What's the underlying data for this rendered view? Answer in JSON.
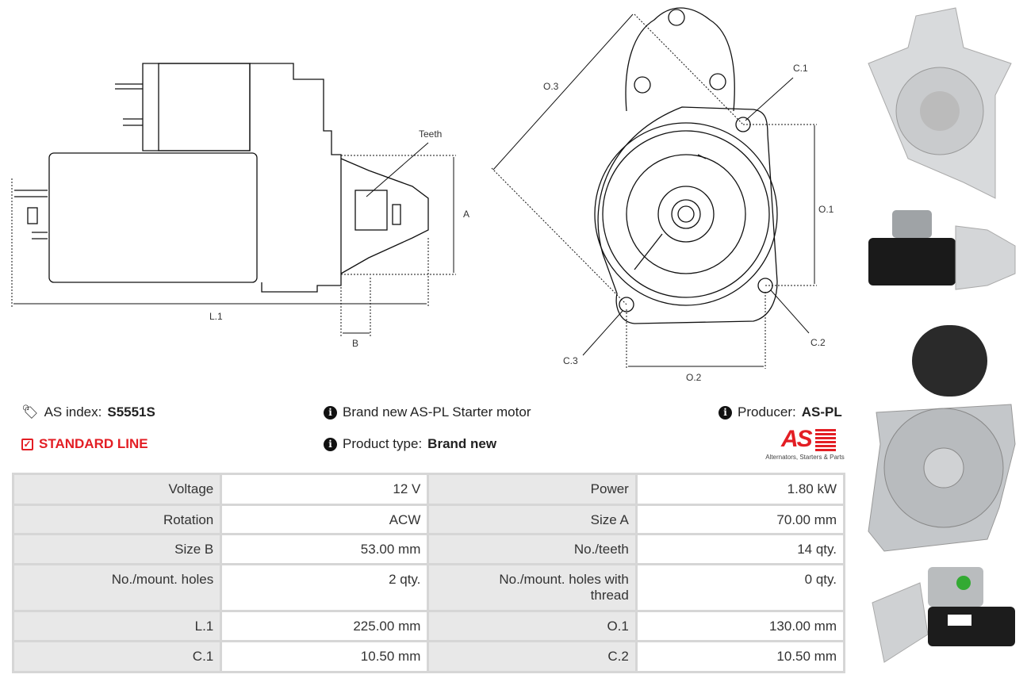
{
  "drawing": {
    "labels": {
      "teeth": "Teeth",
      "a": "A",
      "b": "B",
      "l1": "L.1",
      "o1": "O.1",
      "o2": "O.2",
      "o3": "O.3",
      "c1": "C.1",
      "c2": "C.2",
      "c3": "C.3"
    }
  },
  "info": {
    "as_index_label": "AS index:",
    "as_index_value": "S5551S",
    "line": "STANDARD LINE",
    "description": "Brand new AS-PL Starter motor",
    "product_type_label": "Product type:",
    "product_type_value": "Brand new",
    "producer_label": "Producer:",
    "producer_value": "AS-PL",
    "logo_text": "AS",
    "logo_tagline": "Alternators, Starters & Parts"
  },
  "colors": {
    "accent": "#e31e24"
  },
  "specs": [
    [
      "Voltage",
      "12 V",
      "Power",
      "1.80 kW"
    ],
    [
      "Rotation",
      "ACW",
      "Size A",
      "70.00 mm"
    ],
    [
      "Size B",
      "53.00 mm",
      "No./teeth",
      "14 qty."
    ],
    [
      "No./mount. holes",
      "2 qty.",
      "No./mount. holes with thread",
      "0 qty."
    ],
    [
      "L.1",
      "225.00 mm",
      "O.1",
      "130.00 mm"
    ],
    [
      "C.1",
      "10.50 mm",
      "C.2",
      "10.50 mm"
    ]
  ]
}
